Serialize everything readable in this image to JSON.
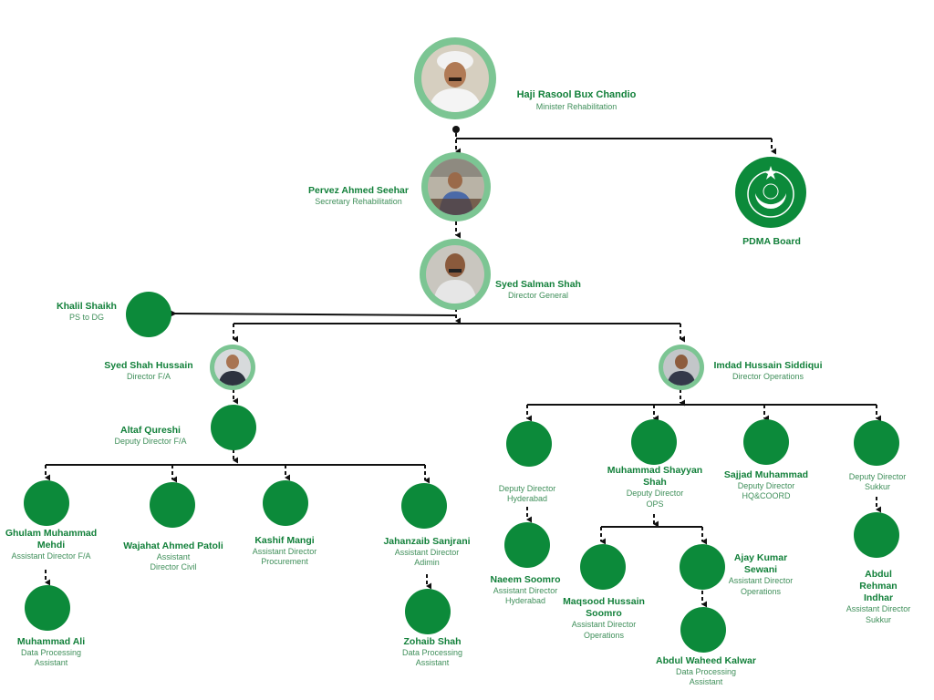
{
  "people": {
    "minister": {
      "name": "Haji Rasool Bux Chandio",
      "role": "Minister Rehabilitation"
    },
    "secretary": {
      "name": "Pervez Ahmed Seehar",
      "role": "Secretary Rehabilitation"
    },
    "pdma": {
      "name": "PDMA Board"
    },
    "dg": {
      "name": "Syed Salman Shah",
      "role": "Director General"
    },
    "ps": {
      "name": "Khalil Shaikh",
      "role": "PS to DG"
    },
    "dir_fa": {
      "name": "Syed Shah Hussain",
      "role": "Director F/A"
    },
    "dir_ops": {
      "name": "Imdad Hussain Siddiqui",
      "role": "Director Operations"
    },
    "dd_fa": {
      "name": "Altaf Qureshi",
      "role": "Deputy Director F/A"
    },
    "ad_fa": {
      "name": "Ghulam Muhammad Mehdi",
      "role": "Assistant Director F/A"
    },
    "ad_civil": {
      "name": "Wajahat Ahmed Patoli",
      "role": "Assistant Director Civil"
    },
    "ad_proc": {
      "name": "Kashif Mangi",
      "role": "Assistant Director Procurement"
    },
    "ad_admin": {
      "name": "Jahanzaib Sanjrani",
      "role": "Assistant Director Adimin"
    },
    "dpa_ali": {
      "name": "Muhammad Ali",
      "role": "Data Processing Assistant"
    },
    "dpa_zohaib": {
      "name": "Zohaib Shah",
      "role": "Data Processing Assistant"
    },
    "dd_hyd": {
      "role": "Deputy Director Hyderabad"
    },
    "dd_ops": {
      "name": "Muhammad Shayyan Shah",
      "role": "Deputy Director OPS"
    },
    "dd_hq": {
      "name": "Sajjad Muhammad",
      "role": "Deputy Director HQ&COORD"
    },
    "dd_sukkur": {
      "role": "Deputy Director Sukkur"
    },
    "ad_hyd": {
      "name": "Naeem Soomro",
      "role": "Assistant Director Hyderabad"
    },
    "ad_ops1": {
      "name": "Maqsood Hussain Soomro",
      "role": "Assistant Director Operations"
    },
    "ad_ops2": {
      "name": "Ajay Kumar Sewani",
      "role": "Assistant Director Operations"
    },
    "ad_sukkur": {
      "name": "Abdul Rehman Indhar",
      "role": "Assistant Director Sukkur"
    },
    "dpa_waheed": {
      "name": "Abdul Waheed Kalwar",
      "role": "Data Processing Assistant"
    }
  },
  "colors": {
    "node": "#0c8a3a",
    "photo_ring": "#7cc593",
    "name_text": "#12803a",
    "role_text": "#3f8f5a",
    "line": "#111111"
  }
}
